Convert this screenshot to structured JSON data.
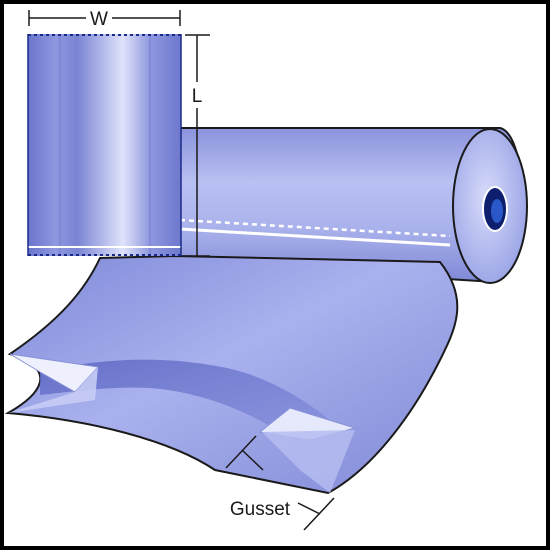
{
  "labels": {
    "width": "W",
    "length": "L",
    "gusset": "Gusset"
  }
}
